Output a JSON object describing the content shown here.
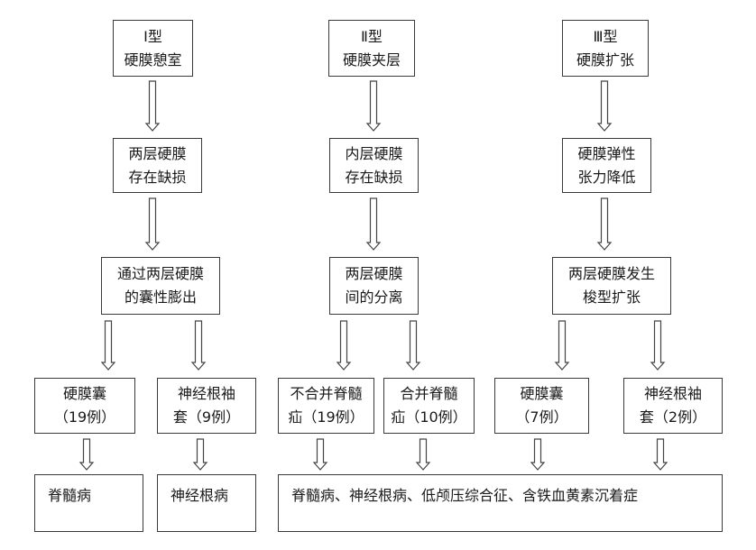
{
  "boxes": {
    "type1_title": {
      "line1": "Ⅰ型",
      "line2": "硬膜憩室"
    },
    "type2_title": {
      "line1": "Ⅱ型",
      "line2": "硬膜夹层"
    },
    "type3_title": {
      "line1": "Ⅲ型",
      "line2": "硬膜扩张"
    },
    "type1_step1": {
      "line1": "两层硬膜",
      "line2": "存在缺损"
    },
    "type2_step1": {
      "line1": "内层硬膜",
      "line2": "存在缺损"
    },
    "type3_step1": {
      "line1": "硬膜弹性",
      "line2": "张力降低"
    },
    "type1_step2": {
      "line1": "通过两层硬膜",
      "line2": "的囊性膨出"
    },
    "type2_step2": {
      "line1": "两层硬膜",
      "line2": "间的分离"
    },
    "type3_step2": {
      "line1": "两层硬膜发生",
      "line2": "梭型扩张"
    },
    "dural_cyst_1": {
      "line1": "硬膜囊",
      "line2": "（19例）"
    },
    "nerve_root_sleeve_1": {
      "line1": "神经根袖",
      "line2": "套（9例）"
    },
    "no_syringomyelia": {
      "line1": "不合并脊髓",
      "line2": "疝（19例）"
    },
    "with_syringomyelia": {
      "line1": "合并脊髓",
      "line2": "疝（10例）"
    },
    "dural_cyst_3": {
      "line1": "硬膜囊",
      "line2": "（7例）"
    },
    "nerve_root_sleeve_3": {
      "line1": "神经根袖",
      "line2": "套（2例）"
    },
    "outcome_myelopathy": {
      "line1": "脊髓病"
    },
    "outcome_radiculopathy": {
      "line1": "神经根病"
    },
    "outcome_combined": {
      "line1": "脊髓病、神经根病、低颅压综合征、含铁血黄素沉着症"
    }
  }
}
